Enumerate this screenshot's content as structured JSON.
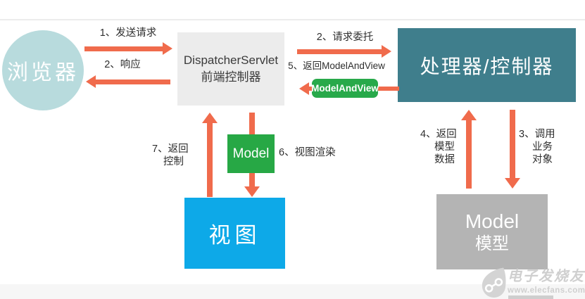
{
  "nodes": {
    "browser": {
      "label": "浏览器",
      "color": "#b8dbdd"
    },
    "dispatcher": {
      "title": "DispatcherServlet",
      "subtitle": "前端控制器",
      "color": "#ececec"
    },
    "handler": {
      "label": "处理器/控制器",
      "color": "#3f7e8c"
    },
    "modelandview": {
      "label": "ModelAndView",
      "color": "#28a94a"
    },
    "model_small": {
      "label": "Model",
      "color": "#27a845"
    },
    "view": {
      "label": "视图",
      "color": "#0da9e8"
    },
    "model_big": {
      "title": "Model",
      "subtitle": "模型",
      "color": "#b4b4b4"
    }
  },
  "steps": {
    "s1": "1、发送请求",
    "s2_response": "2、响应",
    "s2_delegate": "2、请求委托",
    "s5": "5、返回ModelAndView",
    "s6": "6、视图渲染",
    "s7": [
      "7、返回",
      "控制"
    ],
    "s4": [
      "4、返回",
      "模型",
      "数据"
    ],
    "s3": [
      "3、调用",
      "业务",
      "对象"
    ]
  },
  "colors": {
    "arrow": "#f06b4c"
  },
  "watermark": {
    "brand": "电子发烧友",
    "url": "www.elecfans.com"
  }
}
